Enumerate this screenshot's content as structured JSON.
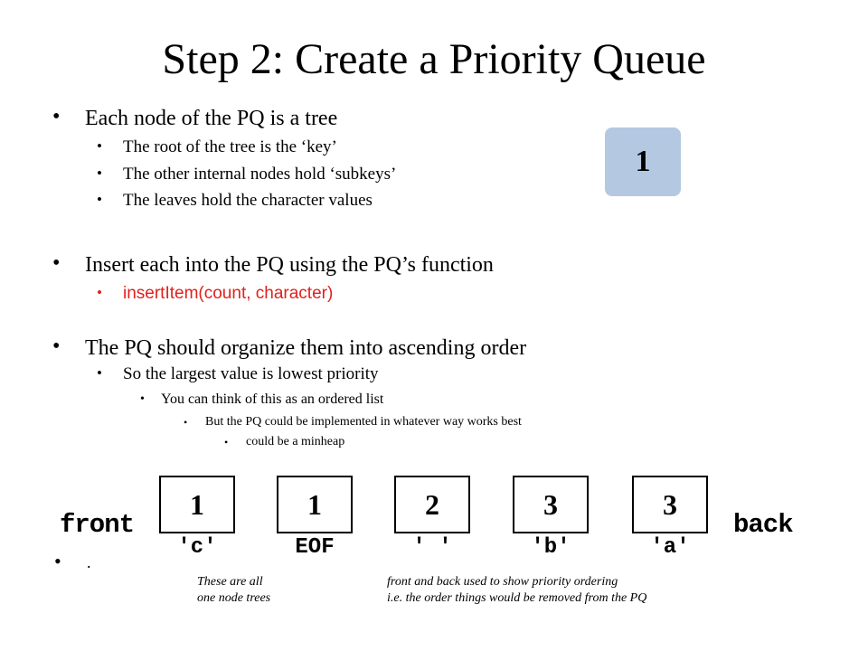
{
  "title": "Step 2: Create a Priority Queue",
  "bullets": {
    "b1": "Each node of the PQ is a tree",
    "b1a": "The root of the tree is the ‘key’",
    "b1b": "The other internal nodes hold ‘subkeys’",
    "b1c": "The leaves hold the character values",
    "b2": "Insert each into the PQ using the PQ’s function",
    "b2a": "insertItem(count, character)",
    "b3": "The PQ should organize them into ascending order",
    "b3a": "So the largest value is lowest priority",
    "b3a1": "You can think of this as an ordered list",
    "b3a1a": "But the PQ could be implemented in whatever way works best",
    "b3a1a1": "could be a minheap",
    "b4": "."
  },
  "bullet_glyph": "•",
  "key_badge": "1",
  "queue": {
    "front_label": "front",
    "back_label": "back",
    "nodes": [
      {
        "count": "1",
        "char": "'c'"
      },
      {
        "count": "1",
        "char": "EOF"
      },
      {
        "count": "2",
        "char": "' '"
      },
      {
        "count": "3",
        "char": "'b'"
      },
      {
        "count": "3",
        "char": "'a'"
      }
    ]
  },
  "notes": {
    "left_line1": "These are all",
    "left_line2": "one node trees",
    "right_line1": "front and back used to show priority ordering",
    "right_line2": "i.e. the order things would be removed from the PQ"
  },
  "colors": {
    "red_text": "#e0211c",
    "badge_fill": "#b4c8e1"
  }
}
